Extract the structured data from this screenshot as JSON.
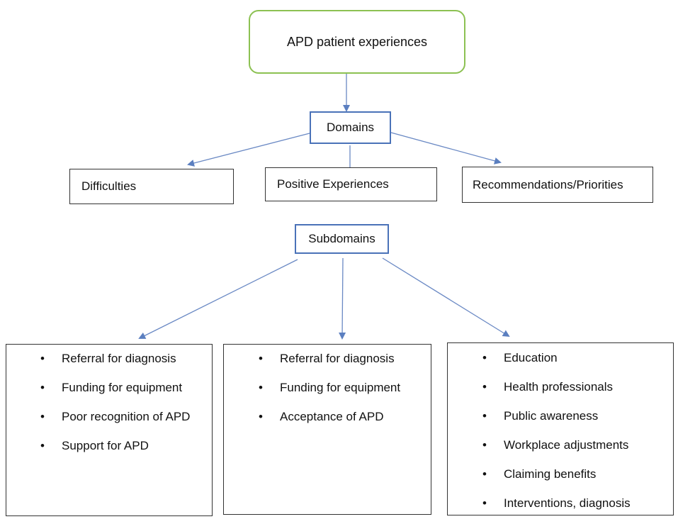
{
  "root": {
    "label": "APD patient experiences"
  },
  "domains_hub": {
    "label": "Domains"
  },
  "domains": [
    {
      "label": "Difficulties"
    },
    {
      "label": "Positive Experiences"
    },
    {
      "label": "Recommendations/Priorities"
    }
  ],
  "subdomains_hub": {
    "label": "Subdomains"
  },
  "subdomain_lists": [
    {
      "items": [
        "Referral for diagnosis",
        "Funding for equipment",
        "Poor recognition of APD",
        "Support for APD"
      ]
    },
    {
      "items": [
        "Referral for diagnosis",
        "Funding for equipment",
        "Acceptance of APD"
      ]
    },
    {
      "items": [
        "Education",
        "Health professionals",
        "Public awareness",
        "Workplace adjustments",
        "Claiming benefits",
        "Interventions, diagnosis"
      ]
    }
  ],
  "colors": {
    "root_border": "#8cc152",
    "hub_border": "#4a72b8",
    "arrow": "#5b7fc0",
    "box_border": "#333333"
  }
}
